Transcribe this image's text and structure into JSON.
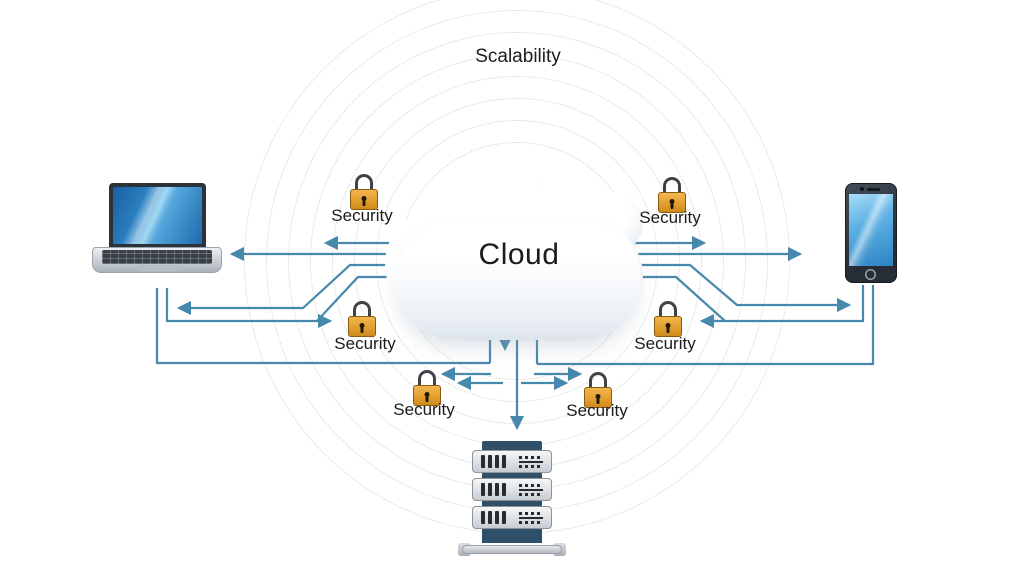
{
  "labels": {
    "cloud": "Cloud",
    "scalability": "Scalability",
    "security": "Security"
  },
  "icons": {
    "center": "cloud-icon",
    "left_device": "laptop-icon",
    "right_device": "smartphone-icon",
    "bottom_device": "server-rack-icon",
    "badge": "padlock-icon"
  },
  "colors": {
    "connector_blue": "#4789ad",
    "ring_dot_gray": "#d4d4d0",
    "lock_gold": "#e8a33c",
    "lock_outline": "#8a5c10",
    "device_screen_blue": "#4aa3e0",
    "server_navy": "#2f5068",
    "background": "#ffffff"
  },
  "security_badge_count": "6"
}
